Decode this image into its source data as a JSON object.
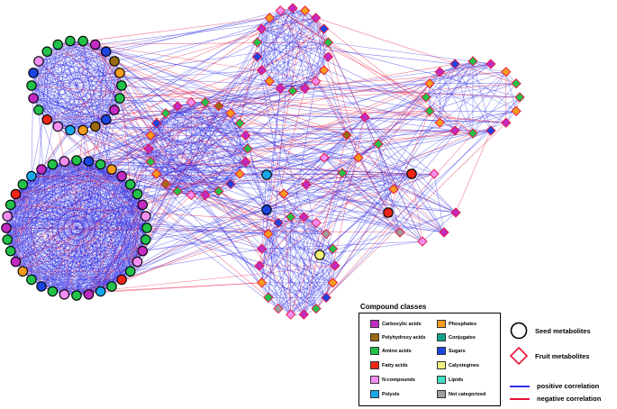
{
  "legend": {
    "title": "Compound classes",
    "classes": [
      {
        "label": "Carboxylic acids",
        "color": "#c22bc2"
      },
      {
        "label": "Polyhydroxy acids",
        "color": "#9a6a14"
      },
      {
        "label": "Amino acids",
        "color": "#23c14a"
      },
      {
        "label": "Fatty acids",
        "color": "#ee2618"
      },
      {
        "label": "N-compounds",
        "color": "#f28ef2"
      },
      {
        "label": "Polyols",
        "color": "#17a8ea"
      },
      {
        "label": "Phosphates",
        "color": "#f59b1d"
      },
      {
        "label": "Conjugates",
        "color": "#10a38b"
      },
      {
        "label": "Sugars",
        "color": "#1c45e0"
      },
      {
        "label": "Calystegines",
        "color": "#f2f07a"
      },
      {
        "label": "Lipids",
        "color": "#3fe0c4"
      },
      {
        "label": "Not categorized",
        "color": "#9e9e9e"
      }
    ],
    "seed_label": "Seed metabolites",
    "fruit_label": "Fruit metabolites",
    "positive_label": "positive correlation",
    "negative_label": "negative correlation",
    "positive_color": "#2e2ee6",
    "negative_color": "#e8113a"
  }
}
